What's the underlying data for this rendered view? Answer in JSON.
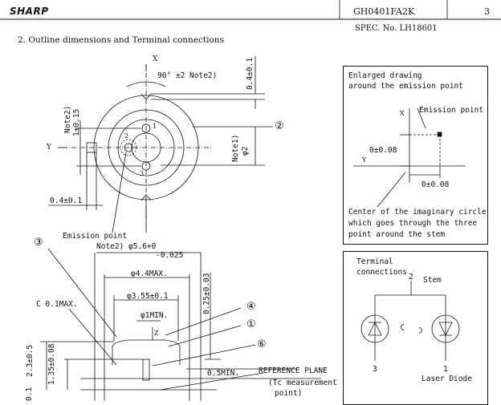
{
  "header": {
    "logo": "SHARP",
    "model": "GH0401FA2K",
    "page": "3",
    "spec": "SPEC. No. LH18601"
  },
  "section_title": "2. Outline dimensions and Terminal connections",
  "top_view": {
    "x_axis": "X",
    "y_axis": "Y",
    "angle": "90°  ±2  Note2)",
    "dim_top": "0.4±0.1",
    "note2_left_a": "Note2)",
    "note2_left_b": "1±0.15",
    "note1_right_a": "Note1)",
    "note1_right_b": "φ2",
    "dim_bottom_left": "0.4±0.1",
    "pin1": "1",
    "pin2": "2",
    "pin3": "3",
    "callout2": "②",
    "emission_point": "Emission point",
    "note2_diam": "Note2)  φ5.6+0",
    "note2_diam_tol": "-0.025"
  },
  "enlarged": {
    "title1": "Enlarged drawing",
    "title2": "around the emission point",
    "x": "X",
    "y": "Y",
    "emission_point": "Emission point",
    "dim_v": "0±0.08",
    "dim_h": "0±0.08",
    "caption1": "Center of the imaginary circle",
    "caption2": "which goes through the three",
    "caption3": "point around the stem"
  },
  "terminal": {
    "title1": "Terminal",
    "title2": "connections",
    "pin2": "2",
    "stem": "Stem",
    "pin3": "3",
    "pin1": "1",
    "laser": "Laser Diode"
  },
  "side_view": {
    "callout3": "③",
    "dim_44": "φ4.4MAX.",
    "dim_355": "φ3.55±0.1",
    "dim_1min": "φ1MIN.",
    "z": "Z",
    "dim_025": "0.25±0.03",
    "callout4": "④",
    "callout1": "①",
    "callout6": "⑥",
    "c01": "C  0.1MAX.",
    "dim_23": "2.3±0.5",
    "dim_135": "1.35±0.08",
    "dim_05": "0.5MIN.",
    "ref_plane": "REFERENCE PLANE",
    "tc1": "(Tc measurement",
    "tc2": "point)",
    "dim_01": "0.1"
  }
}
